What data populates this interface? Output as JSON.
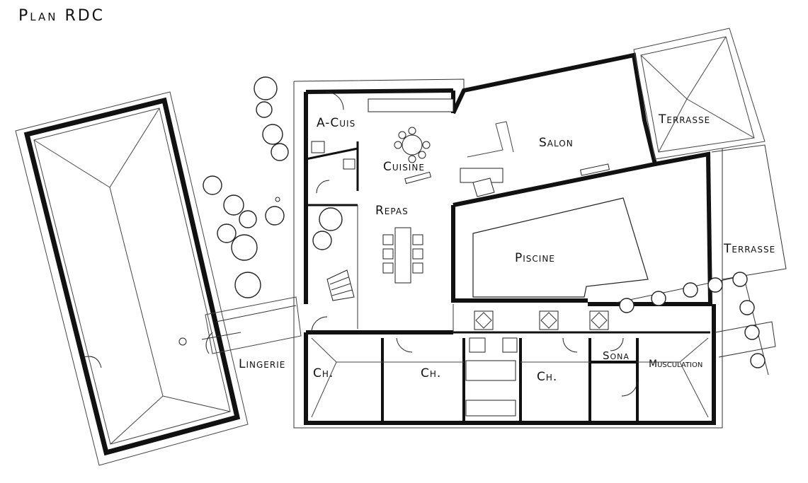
{
  "title": "Plan RDC",
  "rooms": {
    "a_cuis": "A-Cuis",
    "cuisine": "Cuisine",
    "salon": "Salon",
    "terrasse_top": "Terrasse",
    "repas": "Repas",
    "piscine": "Piscine",
    "terrasse_right": "Terrasse",
    "lingerie": "Lingerie",
    "ch_1": "Ch.",
    "ch_2": "Ch.",
    "ch_3": "Ch.",
    "sona": "Sona",
    "musculation": "Musculation"
  }
}
